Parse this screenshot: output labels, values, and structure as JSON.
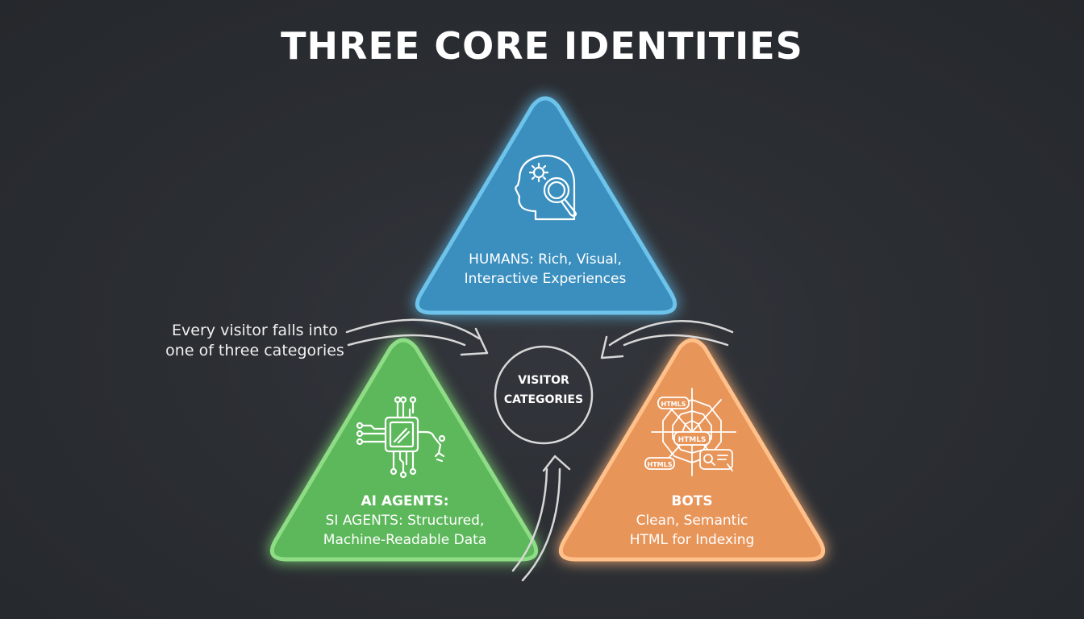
{
  "title": "THREE CORE IDENTITIES",
  "caption": {
    "line1": "Every visitor falls into",
    "line2": "one of three categories"
  },
  "center": {
    "line1": "VISITOR",
    "line2": "CATEGORIES"
  },
  "humans": {
    "line1": "HUMANS: Rich, Visual,",
    "line2": "Interactive Experiences",
    "icon": "head-gear-magnifier-icon",
    "fill": "#3a8fbf",
    "stroke": "#6ec3ea"
  },
  "agents": {
    "line1": "AI AGENTS:",
    "line2": "SI AGENTS: Structured,",
    "line3": "Machine-Readable Data",
    "icon": "chip-robot-arm-icon",
    "fill": "#5cb85a",
    "stroke": "#8fdc86"
  },
  "bots": {
    "line1": "BOTS",
    "line2": "Clean, Semantic",
    "line3": "HTML for Indexing",
    "icon": "spider-web-html-icon",
    "icon_tags": [
      "HTMLS",
      "HTMLS",
      "HTMLS"
    ],
    "fill": "#e8955a",
    "stroke": "#ffc08a"
  },
  "colors": {
    "background": "#2b2e33",
    "arrow": "#d8d8d8",
    "text": "#ffffff"
  }
}
